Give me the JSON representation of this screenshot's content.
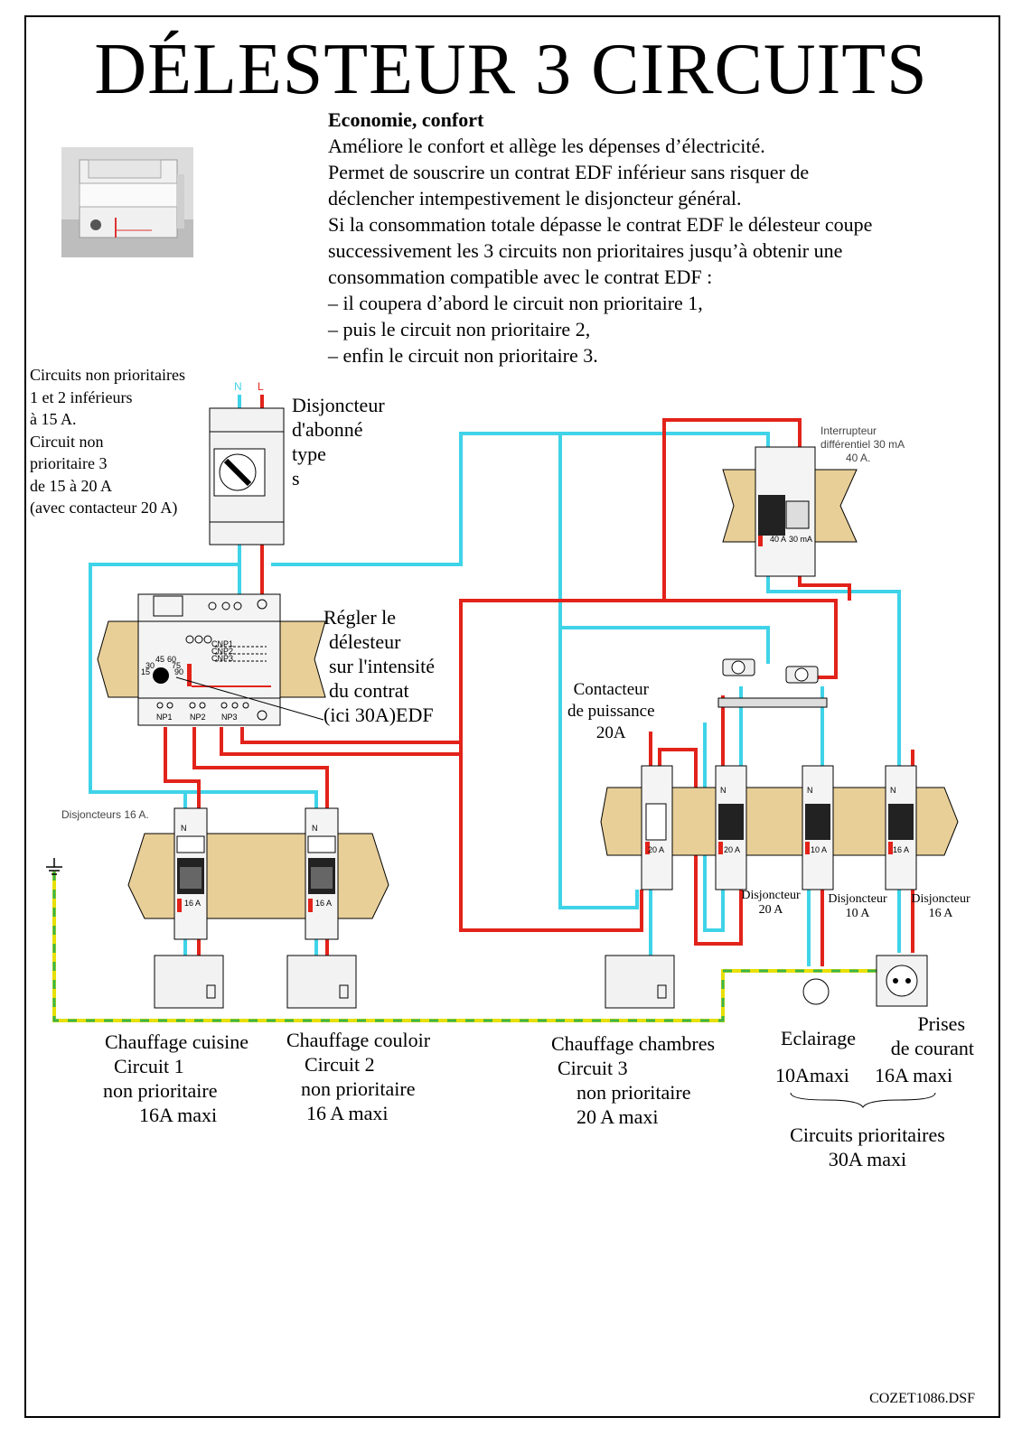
{
  "title": "DÉLESTEUR 3 CIRCUITS",
  "intro": {
    "heading": "Economie, confort",
    "lines": [
      "Améliore le confort et allège les  dépenses d’électricité.",
      "Permet de souscrire un contrat EDF inférieur sans risquer de",
      "déclencher intempestivement le disjoncteur général.",
      "Si la consommation totale dépasse le contrat EDF le délesteur coupe",
      "successivement les 3 circuits non prioritaires jusqu’à obtenir une",
      "consommation compatible avec le contrat EDF :",
      "– il coupera d’abord le circuit non prioritaire 1,",
      "– puis le circuit non prioritaire 2,",
      "– enfin le circuit non prioritaire 3."
    ]
  },
  "note_left": [
    "Circuits non prioritaires",
    "1 et 2 inférieurs",
    "à 15 A.",
    "Circuit non",
    "prioritaire 3",
    "de 15 à 20 A",
    "(avec contacteur 20 A)"
  ],
  "labels": {
    "n": "N",
    "l": "L",
    "disjoncteur_abonne": [
      "Disjoncteur",
      "d'abonné",
      "type",
      "s"
    ],
    "regler": [
      "Régler le",
      "délesteur",
      "sur l'intensité",
      "du  contrat",
      "(ici 30A)EDF"
    ],
    "contacteur": [
      "Contacteur",
      "de  puissance",
      "20A"
    ],
    "interrupteur": [
      "Interrupteur",
      "différentiel   30  mA",
      "40  A."
    ],
    "disjoncteurs_16": "Disjoncteurs      16  A.",
    "disj_20": [
      "Disjoncteur",
      "20  A"
    ],
    "disj_10": [
      "Disjoncteur",
      "10  A"
    ],
    "disj_16": [
      "Disjoncteur",
      "16  A"
    ],
    "np1": "NP1",
    "np2": "NP2",
    "np3": "NP3",
    "cnp1": "CNP1",
    "cnp2": "CNP2",
    "cnp3": "CNP3",
    "rating_16": "16 A",
    "rating_20": "20 A",
    "rating_10": "10 A",
    "rating_40": "40 A",
    "rating_30ma": "30 mA",
    "dial": [
      "45",
      "60",
      "75",
      "30",
      "15",
      "90"
    ]
  },
  "circuits": {
    "c1": [
      "Chauffage cuisine",
      "Circuit   1",
      "non prioritaire",
      "16A maxi"
    ],
    "c2": [
      "Chauffage couloir",
      "Circuit  2",
      "non  prioritaire",
      "16 A   maxi"
    ],
    "c3": [
      "Chauffage chambres",
      "Circuit  3",
      "non  prioritaire",
      "20  A  maxi"
    ],
    "eclairage": [
      "Eclairage",
      "10Amaxi"
    ],
    "prises": [
      "Prises",
      "de courant",
      "16A   maxi"
    ],
    "prioritaires": [
      "Circuits  prioritaires",
      "30A maxi"
    ]
  },
  "colors": {
    "phase": "#e2231a",
    "neutral": "#3fd3e8",
    "earth": "#e8e000",
    "earth_dash": "#3ab54a",
    "rail": "#e8cf98"
  },
  "reference": "COZET1086.DSF"
}
